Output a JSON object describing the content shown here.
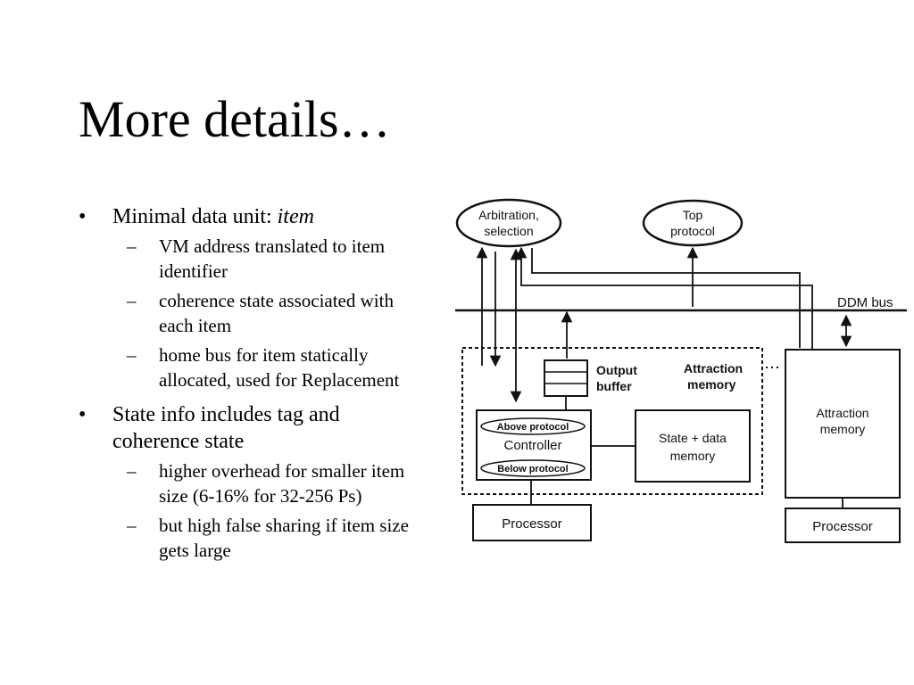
{
  "slide": {
    "title": "More details…"
  },
  "bullets": [
    {
      "prefix": "Minimal data unit: ",
      "emph": "item",
      "subs": [
        "VM address translated to item identifier",
        "coherence state associated with each item",
        "home bus for item statically allocated, used for Replacement"
      ]
    },
    {
      "prefix": "State info includes tag and coherence state",
      "emph": "",
      "subs": [
        "higher overhead for smaller item size (6-16% for 32-256 Ps)",
        "but high false sharing if item size gets large"
      ]
    }
  ],
  "diagram": {
    "arbitration_line1": "Arbitration,",
    "arbitration_line2": "selection",
    "top_protocol_line1": "Top",
    "top_protocol_line2": "protocol",
    "ddm_bus": "DDM bus",
    "output_buffer_line1": "Output",
    "output_buffer_line2": "buffer",
    "attraction_memory_label_line1": "Attraction",
    "attraction_memory_label_line2": "memory",
    "above_protocol": "Above protocol",
    "controller": "Controller",
    "below_protocol": "Below protocol",
    "state_data_line1": "State + data",
    "state_data_line2": "memory",
    "right_attraction_line1": "Attraction",
    "right_attraction_line2": "memory",
    "processor_left": "Processor",
    "processor_right": "Processor"
  }
}
